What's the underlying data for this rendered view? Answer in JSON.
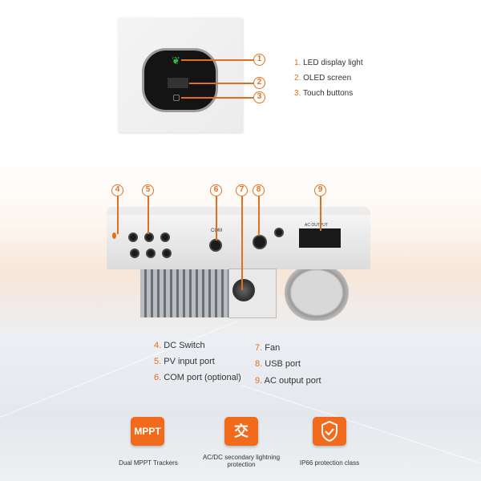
{
  "top": {
    "callouts": [
      "1",
      "2",
      "3"
    ],
    "legend": [
      {
        "n": "1.",
        "t": "LED display light"
      },
      {
        "n": "2.",
        "t": "OLED screen"
      },
      {
        "n": "3.",
        "t": "Touch buttons"
      }
    ]
  },
  "device": {
    "callouts": [
      "4",
      "5",
      "6",
      "7",
      "8",
      "9"
    ],
    "com_label": "COM",
    "ac_label": "AC OUTPUT"
  },
  "legend": {
    "left": [
      {
        "n": "4.",
        "t": "DC Switch"
      },
      {
        "n": "5.",
        "t": "PV input port"
      },
      {
        "n": "6.",
        "t": "COM port (optional)"
      }
    ],
    "right": [
      {
        "n": "7.",
        "t": "Fan"
      },
      {
        "n": "8.",
        "t": "USB port"
      },
      {
        "n": "9.",
        "t": "AC output port"
      }
    ]
  },
  "features": [
    {
      "icon_text": "MPPT",
      "caption": "Dual MPPT Trackers"
    },
    {
      "icon_text": "交",
      "caption": "AC/DC secondary lightning protection"
    },
    {
      "icon": "shield-check-icon",
      "caption": "IP66 protection class"
    }
  ],
  "colors": {
    "accent": "#f26a1b"
  }
}
